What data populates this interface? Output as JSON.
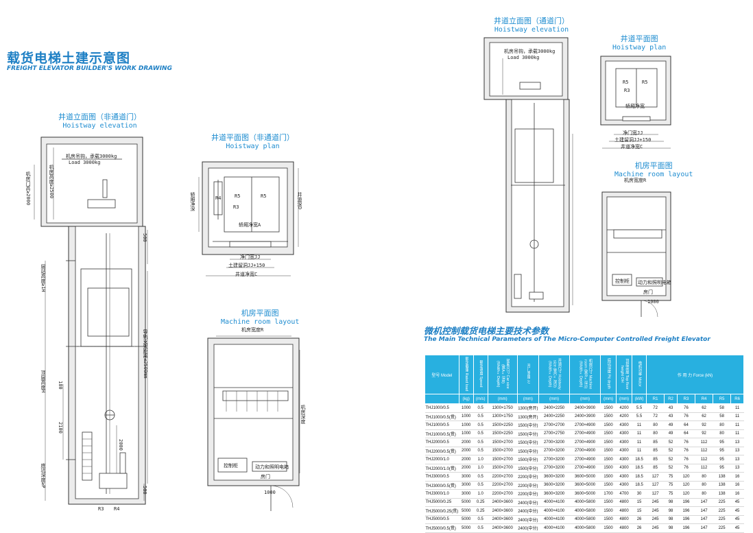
{
  "header": {
    "title_cn": "载货电梯土建示意图",
    "title_en": "FREIGHT ELEVATOR BUILDER'S WORK DRAWING"
  },
  "left_drawings": {
    "elevation": {
      "caption_cn": "井道立面图（非通道门）",
      "caption_en": "Hoistway elevation",
      "load_label": "机房吊钩，承载3000kg",
      "load_en": "Load 3000kg",
      "door_height": "机房门高≥2000",
      "room_height": "机房高度≥2500",
      "floor_height": "层站高度≥1H",
      "top_height": "顶层高度H",
      "travel": "导轨支架距离≤2500mm",
      "pit": "底坑深度≥P",
      "dim_500a": "500",
      "dim_500b": "500",
      "dim_2000": "2000",
      "dim_2100": "2100",
      "dim_180": "180",
      "r3": "R3",
      "r4": "R4"
    },
    "hoistway_plan": {
      "caption_cn": "井道平面图（非通道门）",
      "caption_en": "Hoistway plan",
      "r5a": "R5",
      "r5b": "R5",
      "r3": "R3",
      "r4": "R4",
      "car_width": "轿厢净宽A",
      "door_width": "净门宽JJ",
      "civil_width": "土建留洞JJ+150",
      "shaft_width": "井道净宽C",
      "car_depth": "轿厢净深",
      "shaft_depth": "井道深D"
    },
    "machine_room": {
      "caption_cn": "机房平面图",
      "caption_en": "Machine room layout",
      "room_width": "机房宽度R",
      "room_depth": "机房深度",
      "panel": "控制柜",
      "hoist": "动力和照明电箱",
      "door": "房门",
      "dim_1000": "1000"
    }
  },
  "right_drawings": {
    "elevation": {
      "caption_cn": "井道立面图（通道门）",
      "caption_en": "Hoistway elevation",
      "load_label": "机房吊钩，承载3000kg",
      "load_en": "Load 3000kg"
    },
    "hoistway_plan": {
      "caption_cn": "井道平面图",
      "caption_en": "Hoistway plan",
      "r5a": "R5",
      "r5b": "R5",
      "r3": "R3",
      "car_width": "轿厢净宽",
      "door_width": "净门宽JJ",
      "civil_width": "土建留洞JJ+150",
      "shaft_width": "井道净宽C"
    },
    "machine_room": {
      "caption_cn": "机房平面图",
      "caption_en": "Machine room layout",
      "room_width": "机房宽度R",
      "panel": "控制柜",
      "hoist": "动力和照明电箱",
      "door": "房门",
      "dim_1000": "1000"
    }
  },
  "table": {
    "title_cn": "微机控制载货电梯主要技术参数",
    "title_en": "The Main Technical Parameters of The Micro-Computer Controlled Freight Elevator",
    "headers": [
      "型号 Model",
      "额定载重 Rated load",
      "额定速度 Speed",
      "轿厢尺寸 Car size (宽A×深B) (Width×Depth)",
      "开门宽度 JJ",
      "井道尺寸 Hoistway size (宽C×深D) (Width×Depth)",
      "机房尺寸 Machine room (宽R×深S) (Width×Depth)",
      "底坑深度 Pit depth",
      "顶层高度 Top floor height OH",
      "电机功率 Motor",
      "R1",
      "R2",
      "R3",
      "R4",
      "R5",
      "R6"
    ],
    "force_header": "作 用 力  Force (kN)",
    "units": [
      "",
      "(kg)",
      "(m/s)",
      "(mm)",
      "(mm)",
      "(mm)",
      "(mm)",
      "(mm)",
      "(mm)",
      "(kW)",
      "R1",
      "R2",
      "R3",
      "R4",
      "R5",
      "R6"
    ],
    "rows": [
      [
        "THJ1000/0.5",
        "1000",
        "0.5",
        "1300×1750",
        "1300(旁开)",
        "2400×2250",
        "2400×3900",
        "1500",
        "4200",
        "5.5",
        "72",
        "43",
        "76",
        "62",
        "58",
        "11"
      ],
      [
        "THJ1000/0.5(贯)",
        "1000",
        "0.5",
        "1300×1750",
        "1300(旁开)",
        "2400×2250",
        "2400×3900",
        "1500",
        "4200",
        "5.5",
        "72",
        "43",
        "76",
        "62",
        "58",
        "11"
      ],
      [
        "THJ1000/0.5",
        "1000",
        "0.5",
        "1500×2250",
        "1500(中分)",
        "2700×2700",
        "2700×4900",
        "1500",
        "4300",
        "11",
        "80",
        "49",
        "64",
        "92",
        "80",
        "11"
      ],
      [
        "THJ1000/0.5(贯)",
        "1000",
        "0.5",
        "1500×2250",
        "1500(中分)",
        "2700×2750",
        "2700×4900",
        "1500",
        "4300",
        "11",
        "80",
        "49",
        "64",
        "92",
        "80",
        "11"
      ],
      [
        "THJ2000/0.5",
        "2000",
        "0.5",
        "1500×2700",
        "1500(中分)",
        "2700×3200",
        "2700×4900",
        "1500",
        "4300",
        "11",
        "85",
        "52",
        "76",
        "112",
        "95",
        "13"
      ],
      [
        "THJ2000/0.5(贯)",
        "2000",
        "0.5",
        "1500×2700",
        "1500(中分)",
        "2700×3200",
        "2700×4900",
        "1500",
        "4300",
        "11",
        "85",
        "52",
        "76",
        "112",
        "95",
        "13"
      ],
      [
        "THJ2000/1.0",
        "2000",
        "1.0",
        "1500×2700",
        "1500(中分)",
        "2700×3200",
        "2700×4900",
        "1500",
        "4300",
        "18.5",
        "85",
        "52",
        "76",
        "112",
        "95",
        "13"
      ],
      [
        "THJ2000/1.0(贯)",
        "2000",
        "1.0",
        "1500×2700",
        "1500(中分)",
        "2700×3200",
        "2700×4900",
        "1500",
        "4300",
        "18.5",
        "85",
        "52",
        "76",
        "112",
        "95",
        "13"
      ],
      [
        "THJ3000/0.5",
        "3000",
        "0.5",
        "2200×2700",
        "2200(中分)",
        "3600×3200",
        "3600×5000",
        "1500",
        "4300",
        "18.5",
        "127",
        "75",
        "120",
        "80",
        "138",
        "16"
      ],
      [
        "THJ3000/0.5(贯)",
        "3000",
        "0.5",
        "2200×2700",
        "2200(中分)",
        "3600×3200",
        "3600×5000",
        "1500",
        "4300",
        "18.5",
        "127",
        "75",
        "120",
        "80",
        "138",
        "16"
      ],
      [
        "THJ3000/1.0",
        "3000",
        "1.0",
        "2200×2700",
        "2200(中分)",
        "3600×3200",
        "3600×5000",
        "1700",
        "4700",
        "30",
        "127",
        "75",
        "120",
        "80",
        "138",
        "16"
      ],
      [
        "THJ5000/0.25",
        "5000",
        "0.25",
        "2400×3600",
        "2400(中分)",
        "4000×4100",
        "4000×5800",
        "1500",
        "4800",
        "15",
        "245",
        "98",
        "196",
        "147",
        "225",
        "45"
      ],
      [
        "THJ5000/0.25(贯)",
        "5000",
        "0.25",
        "2400×3600",
        "2400(中分)",
        "4000×4100",
        "4000×5800",
        "1500",
        "4800",
        "15",
        "245",
        "98",
        "196",
        "147",
        "225",
        "45"
      ],
      [
        "THJ5000/0.5",
        "5000",
        "0.5",
        "2400×3600",
        "2400(中分)",
        "4000×4100",
        "4000×5800",
        "1500",
        "4800",
        "26",
        "245",
        "98",
        "196",
        "147",
        "225",
        "45"
      ],
      [
        "THJ5000/0.5(贯)",
        "5000",
        "0.5",
        "2400×3600",
        "2400(中分)",
        "4000×4100",
        "4000×5800",
        "1500",
        "4800",
        "26",
        "245",
        "98",
        "196",
        "147",
        "225",
        "45"
      ]
    ]
  },
  "colors": {
    "accent": "#1d7fc4",
    "table_header": "#28b0e0"
  }
}
